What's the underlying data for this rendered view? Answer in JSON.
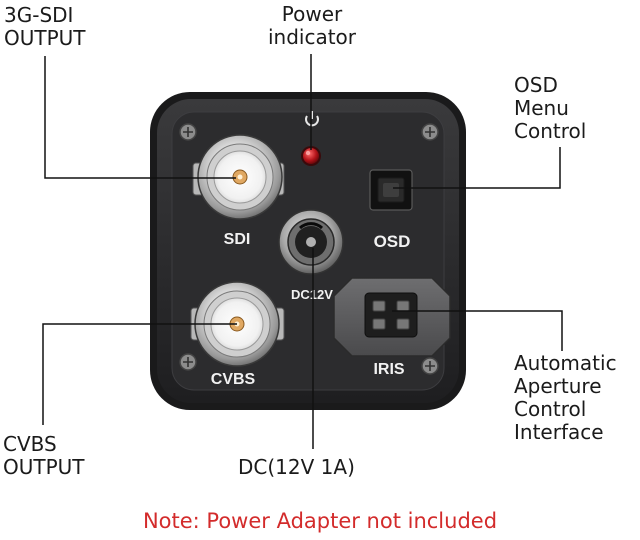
{
  "callouts": {
    "sdi_output": [
      "3G-SDI",
      "OUTPUT"
    ],
    "power_indicator": [
      "Power",
      "indicator"
    ],
    "osd_menu": [
      "OSD",
      "Menu",
      "Control"
    ],
    "auto_aperture": [
      "Automatic",
      "Aperture",
      "Control",
      "Interface"
    ],
    "cvbs_output": [
      "CVBS",
      "OUTPUT"
    ],
    "dc_input": [
      "DC(12V 1A)"
    ]
  },
  "panel_labels": {
    "sdi": "SDI",
    "osd": "OSD",
    "dc": "DC12V",
    "cvbs": "CVBS",
    "iris": "IRIS"
  },
  "note": "Note: Power Adapter not included",
  "colors": {
    "note_text": "#d32b2b",
    "body_dark": "#252527",
    "led_red": "#b4141a",
    "pin_gold": "#e0a862"
  }
}
